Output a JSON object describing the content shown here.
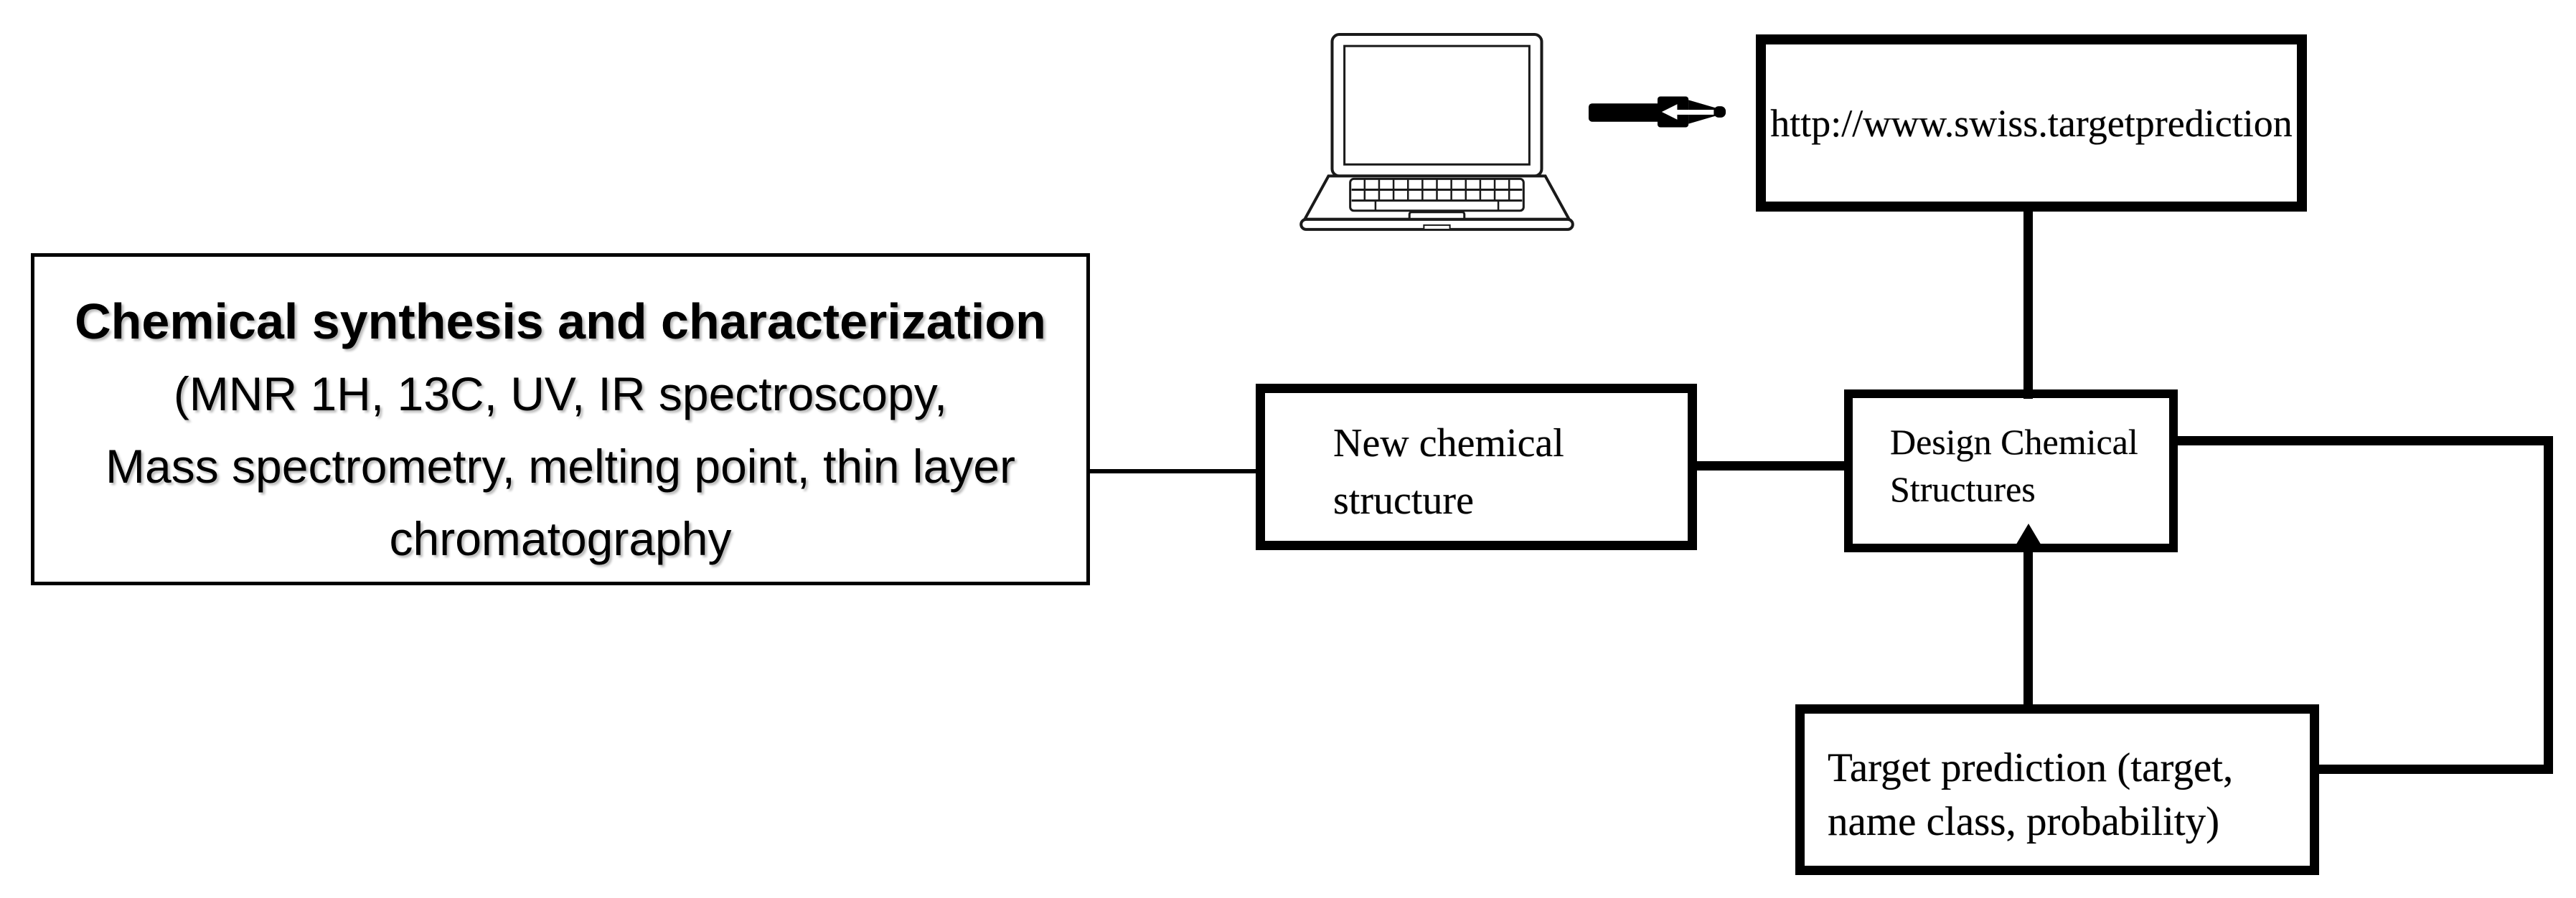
{
  "boxes": {
    "synthesis": {
      "title": "Chemical synthesis and characterization",
      "lines": [
        "(MNR 1H, 13C, UV, IR spectroscopy,",
        "Mass spectrometry, melting point, thin layer",
        "chromatography"
      ]
    },
    "url": {
      "label": "http://www.swiss.targetprediction"
    },
    "new_chemical": {
      "line1": "New chemical",
      "line2": "structure"
    },
    "design": {
      "line1": "Design Chemical",
      "line2": "Structures"
    },
    "target": {
      "line1": "Target prediction (target,",
      "line2": "name class, probability)"
    }
  },
  "icons": {
    "laptop": "laptop-icon",
    "arrow": "marker-arrow-icon"
  },
  "colors": {
    "ink": "#000000",
    "background": "#ffffff"
  }
}
